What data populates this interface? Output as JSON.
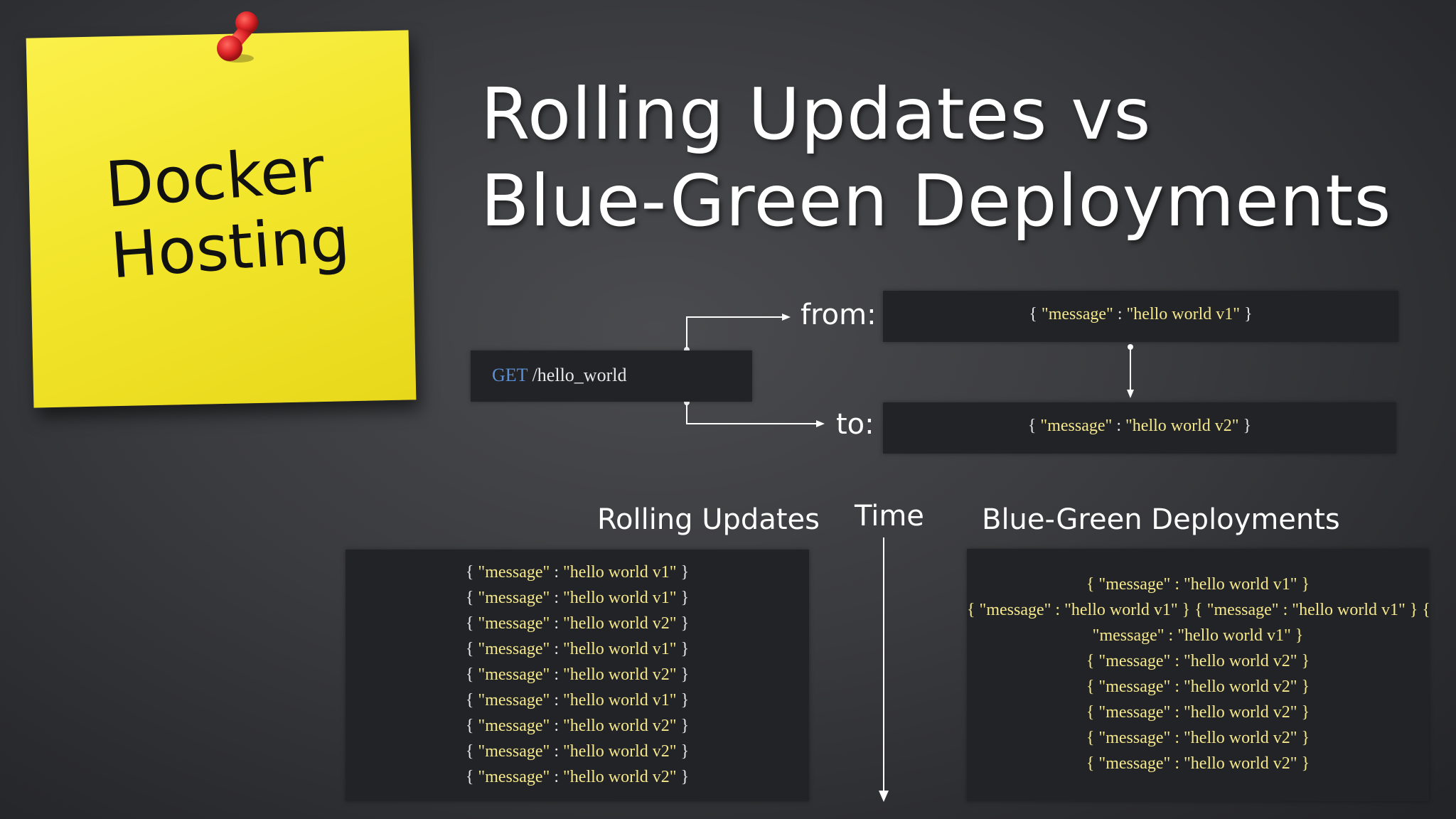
{
  "sticky_note": {
    "lines": [
      "Docker",
      "Hosting"
    ]
  },
  "title": {
    "line1": "Rolling Updates vs",
    "line2": "Blue-Green Deployments"
  },
  "request": {
    "method": "GET",
    "path": "/hello_world"
  },
  "routing": {
    "from_label": "from:",
    "to_label": "to:",
    "from_msg": {
      "key": "\"message\"",
      "value": "\"hello world v1\""
    },
    "to_msg": {
      "key": "\"message\"",
      "value": "\"hello world v2\""
    }
  },
  "sections": {
    "rolling_label": "Rolling Updates",
    "time_label": "Time",
    "bluegreen_label": "Blue-Green Deployments"
  },
  "rolling_updates": [
    {
      "key": "\"message\"",
      "value": "\"hello world v1\""
    },
    {
      "key": "\"message\"",
      "value": "\"hello world v1\""
    },
    {
      "key": "\"message\"",
      "value": "\"hello world v2\""
    },
    {
      "key": "\"message\"",
      "value": "\"hello world v1\""
    },
    {
      "key": "\"message\"",
      "value": "\"hello world v2\""
    },
    {
      "key": "\"message\"",
      "value": "\"hello world v1\""
    },
    {
      "key": "\"message\"",
      "value": "\"hello world v2\""
    },
    {
      "key": "\"message\"",
      "value": "\"hello world v2\""
    },
    {
      "key": "\"message\"",
      "value": "\"hello world v2\""
    }
  ],
  "blue_green_lines": [
    "{ \"message\" : \"hello world v1\" }",
    "{ \"message\" : \"hello world v1\" } { \"message\" : \"hello world v1\" } {",
    "\"message\" : \"hello world v1\" }",
    "{ \"message\" : \"hello world v2\" }",
    "{ \"message\" : \"hello world v2\" }",
    "{ \"message\" : \"hello world v2\" }",
    "{ \"message\" : \"hello world v2\" }",
    "{ \"message\" : \"hello world v2\" }"
  ],
  "colors": {
    "background": "#3a3b3e",
    "note": "#f2e52a",
    "box": "#222326",
    "string": "#f5e88c",
    "method": "#5b8fd6",
    "pin": "#e0262a"
  }
}
